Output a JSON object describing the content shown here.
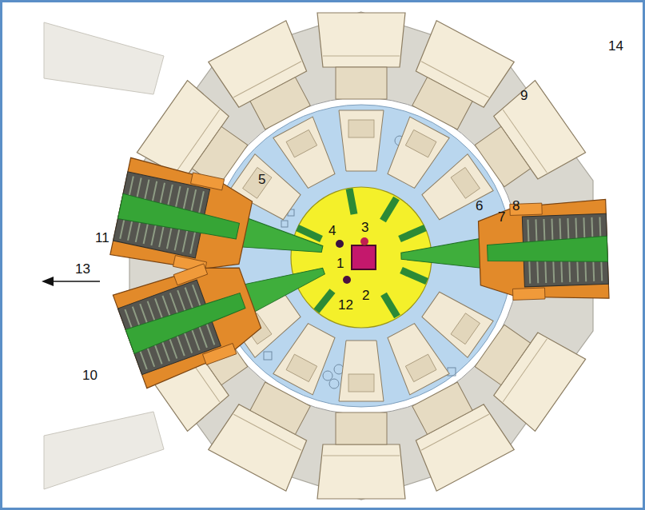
{
  "diagram": {
    "labels": [
      "14",
      "9",
      "11",
      "5",
      "4",
      "3",
      "6",
      "7",
      "8",
      "1",
      "13",
      "10",
      "12",
      "2"
    ]
  }
}
